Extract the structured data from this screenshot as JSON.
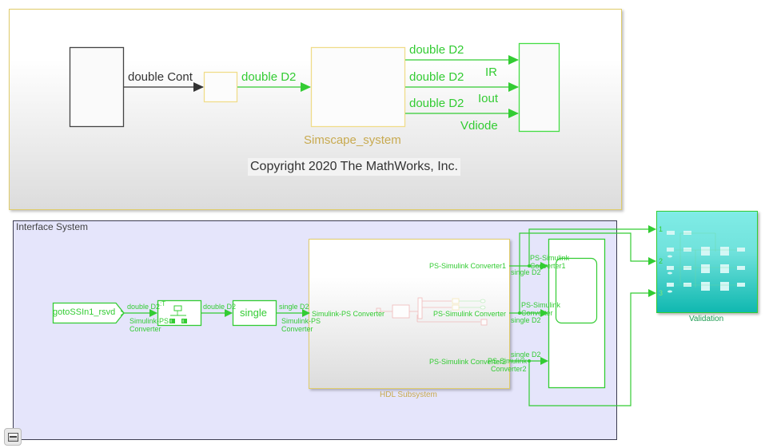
{
  "top_model": {
    "source_signal_label": "double Cont",
    "conversion_signal_label": "double D2",
    "subsystem_name": "Simscape_system",
    "outputs": [
      {
        "signal_label": "double D2",
        "port_label": "IR"
      },
      {
        "signal_label": "double D2",
        "port_label": "Iout"
      },
      {
        "signal_label": "double D2",
        "port_label": "Vdiode"
      }
    ],
    "copyright": "Copyright 2020 The MathWorks, Inc."
  },
  "interface_system": {
    "title": "Interface System",
    "goto_block_label": "gotoSSIn1_rsvd",
    "signal_1": "double D2",
    "sps_converter_1": "Simulink-PS\nConverter",
    "sps_converter_1_line1": "Simulink-PS",
    "sps_converter_1_line2": "Converter",
    "sps_converter_tag": ":T",
    "signal_2": "double D2",
    "single_block_label": "single",
    "signal_3": "single D2",
    "sps_converter_2_line1": "Simulink-PS",
    "sps_converter_2_line2": "Converter",
    "hdl_subsystem": {
      "name": "HDL Subsystem",
      "input_port": "Simulink-PS Converter",
      "output_ports": [
        "PS-Simulink Converter1",
        "PS-Simulink Converter",
        "PS-Simulink Converter2"
      ]
    },
    "outputs": [
      {
        "signal_label": "single D2",
        "name_line1": "PS-Simulink",
        "name_line2": "Converter1"
      },
      {
        "signal_label": "single D2",
        "name_line1": "PS-Simulink",
        "name_line2": "Converter"
      },
      {
        "signal_label": "single D2",
        "name_line1": "PS-Simulink",
        "name_line2": "Converter2"
      }
    ]
  },
  "validation": {
    "name": "Validation",
    "ports": [
      "1",
      "2",
      "3"
    ]
  },
  "colors": {
    "signal_green": "#33cc33",
    "subsystem_border": "#e0cc6a",
    "subsystem_label": "#c8aa50",
    "interface_bg": "#e5e5fb",
    "validation_teal": "#10b8b0"
  }
}
